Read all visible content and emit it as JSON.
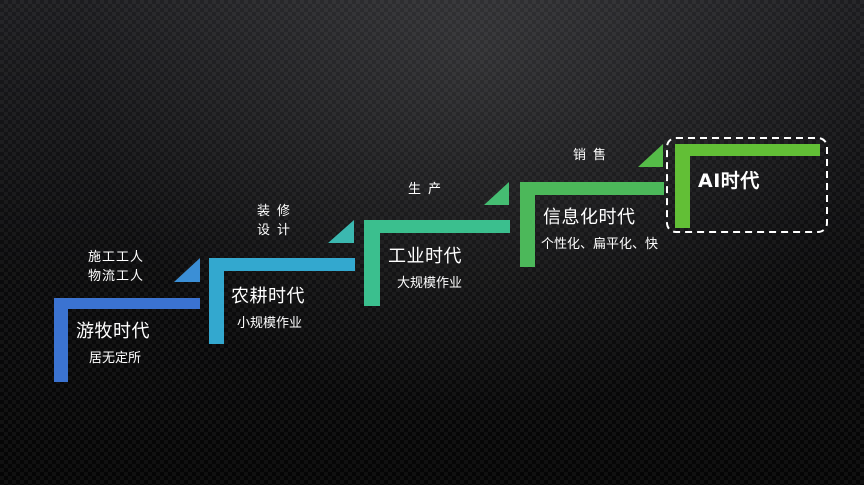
{
  "stages": [
    {
      "title": "游牧时代",
      "subtitle": "居无定所",
      "color": "#3b73d1"
    },
    {
      "title": "农耕时代",
      "subtitle": "小规模作业",
      "color": "#33a8cf"
    },
    {
      "title": "工业时代",
      "subtitle": "大规模作业",
      "color": "#3bbf8e"
    },
    {
      "title": "信息化时代",
      "subtitle": "个性化、扁平化、快",
      "color": "#4cb85a"
    },
    {
      "title": "AI时代",
      "subtitle": "",
      "color": "#62bf36"
    }
  ],
  "transitions": [
    {
      "line1": "施工工人",
      "line2": "物流工人"
    },
    {
      "line1": "装修",
      "line2": "设计"
    },
    {
      "line1": "生产",
      "line2": ""
    },
    {
      "line1": "销售",
      "line2": ""
    }
  ]
}
